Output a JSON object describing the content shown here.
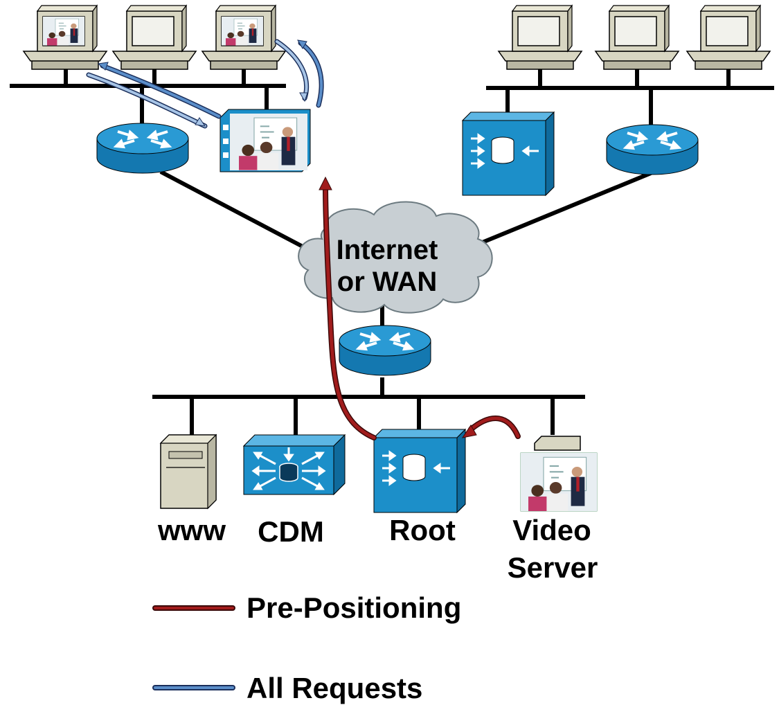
{
  "cloud": {
    "line1": "Internet",
    "line2": "or WAN"
  },
  "devices": {
    "www": "www",
    "cdm": "CDM",
    "root": "Root",
    "video_server_line1": "Video",
    "video_server_line2": "Server"
  },
  "legend": {
    "pre_positioning": "Pre-Positioning",
    "all_requests": "All Requests"
  },
  "colors": {
    "pre_positioning": "#a11c1c",
    "all_requests": "#5b8ec9",
    "device_blue": "#1c8fc9",
    "cloud_gray": "#c8cfd3",
    "computer_beige": "#d8d6c2"
  }
}
